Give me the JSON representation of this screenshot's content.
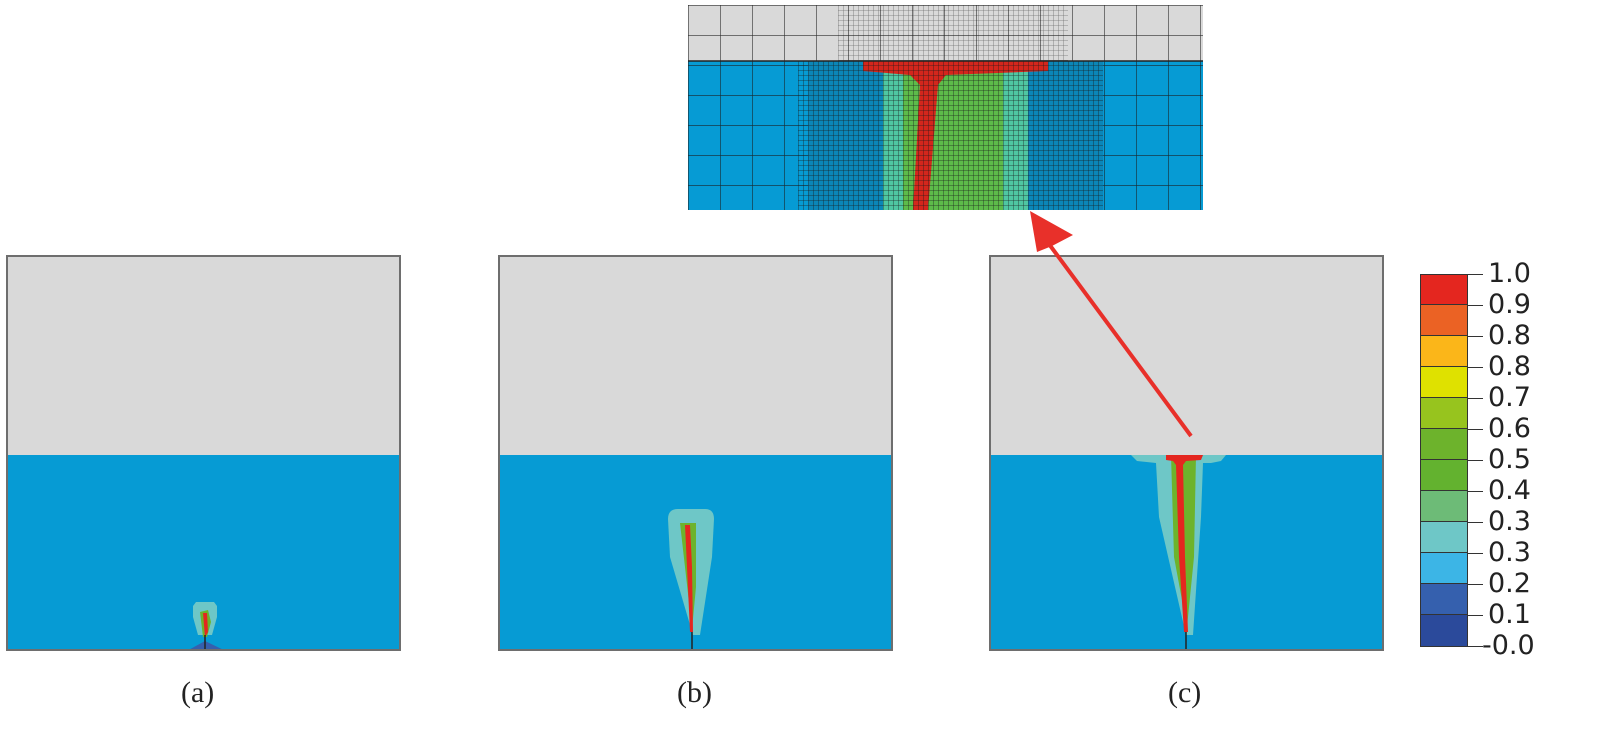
{
  "figure": {
    "panels": [
      {
        "id": "a",
        "label": "(a)",
        "crack_length_fraction": 0.2
      },
      {
        "id": "b",
        "label": "(b)",
        "crack_length_fraction": 0.6
      },
      {
        "id": "c",
        "label": "(c)",
        "crack_length_fraction": 1.0,
        "has_zoom_inset": true
      }
    ],
    "zoom_inset": {
      "description": "Magnified mesh view of crack reaching interface in panel (c)"
    },
    "arrow": {
      "color": "#e8302a",
      "from_panel": "c",
      "to": "zoom_inset"
    }
  },
  "legend": {
    "labels": [
      "1.0",
      "0.9",
      "0.8",
      "0.8",
      "0.7",
      "0.6",
      "0.5",
      "0.4",
      "0.3",
      "0.3",
      "0.2",
      "0.1",
      "-0.0"
    ],
    "colors": [
      "#e4261f",
      "#eb6224",
      "#fbb619",
      "#dfe100",
      "#97c41e",
      "#6db32c",
      "#63b22f",
      "#6dbb77",
      "#6ec7c7",
      "#3cb5e6",
      "#3560ae",
      "#2b4a9b"
    ]
  },
  "colors": {
    "matrix_top": "#d9d9d9",
    "matrix_bottom": "#069bd4",
    "border": "#6e6e6e"
  }
}
